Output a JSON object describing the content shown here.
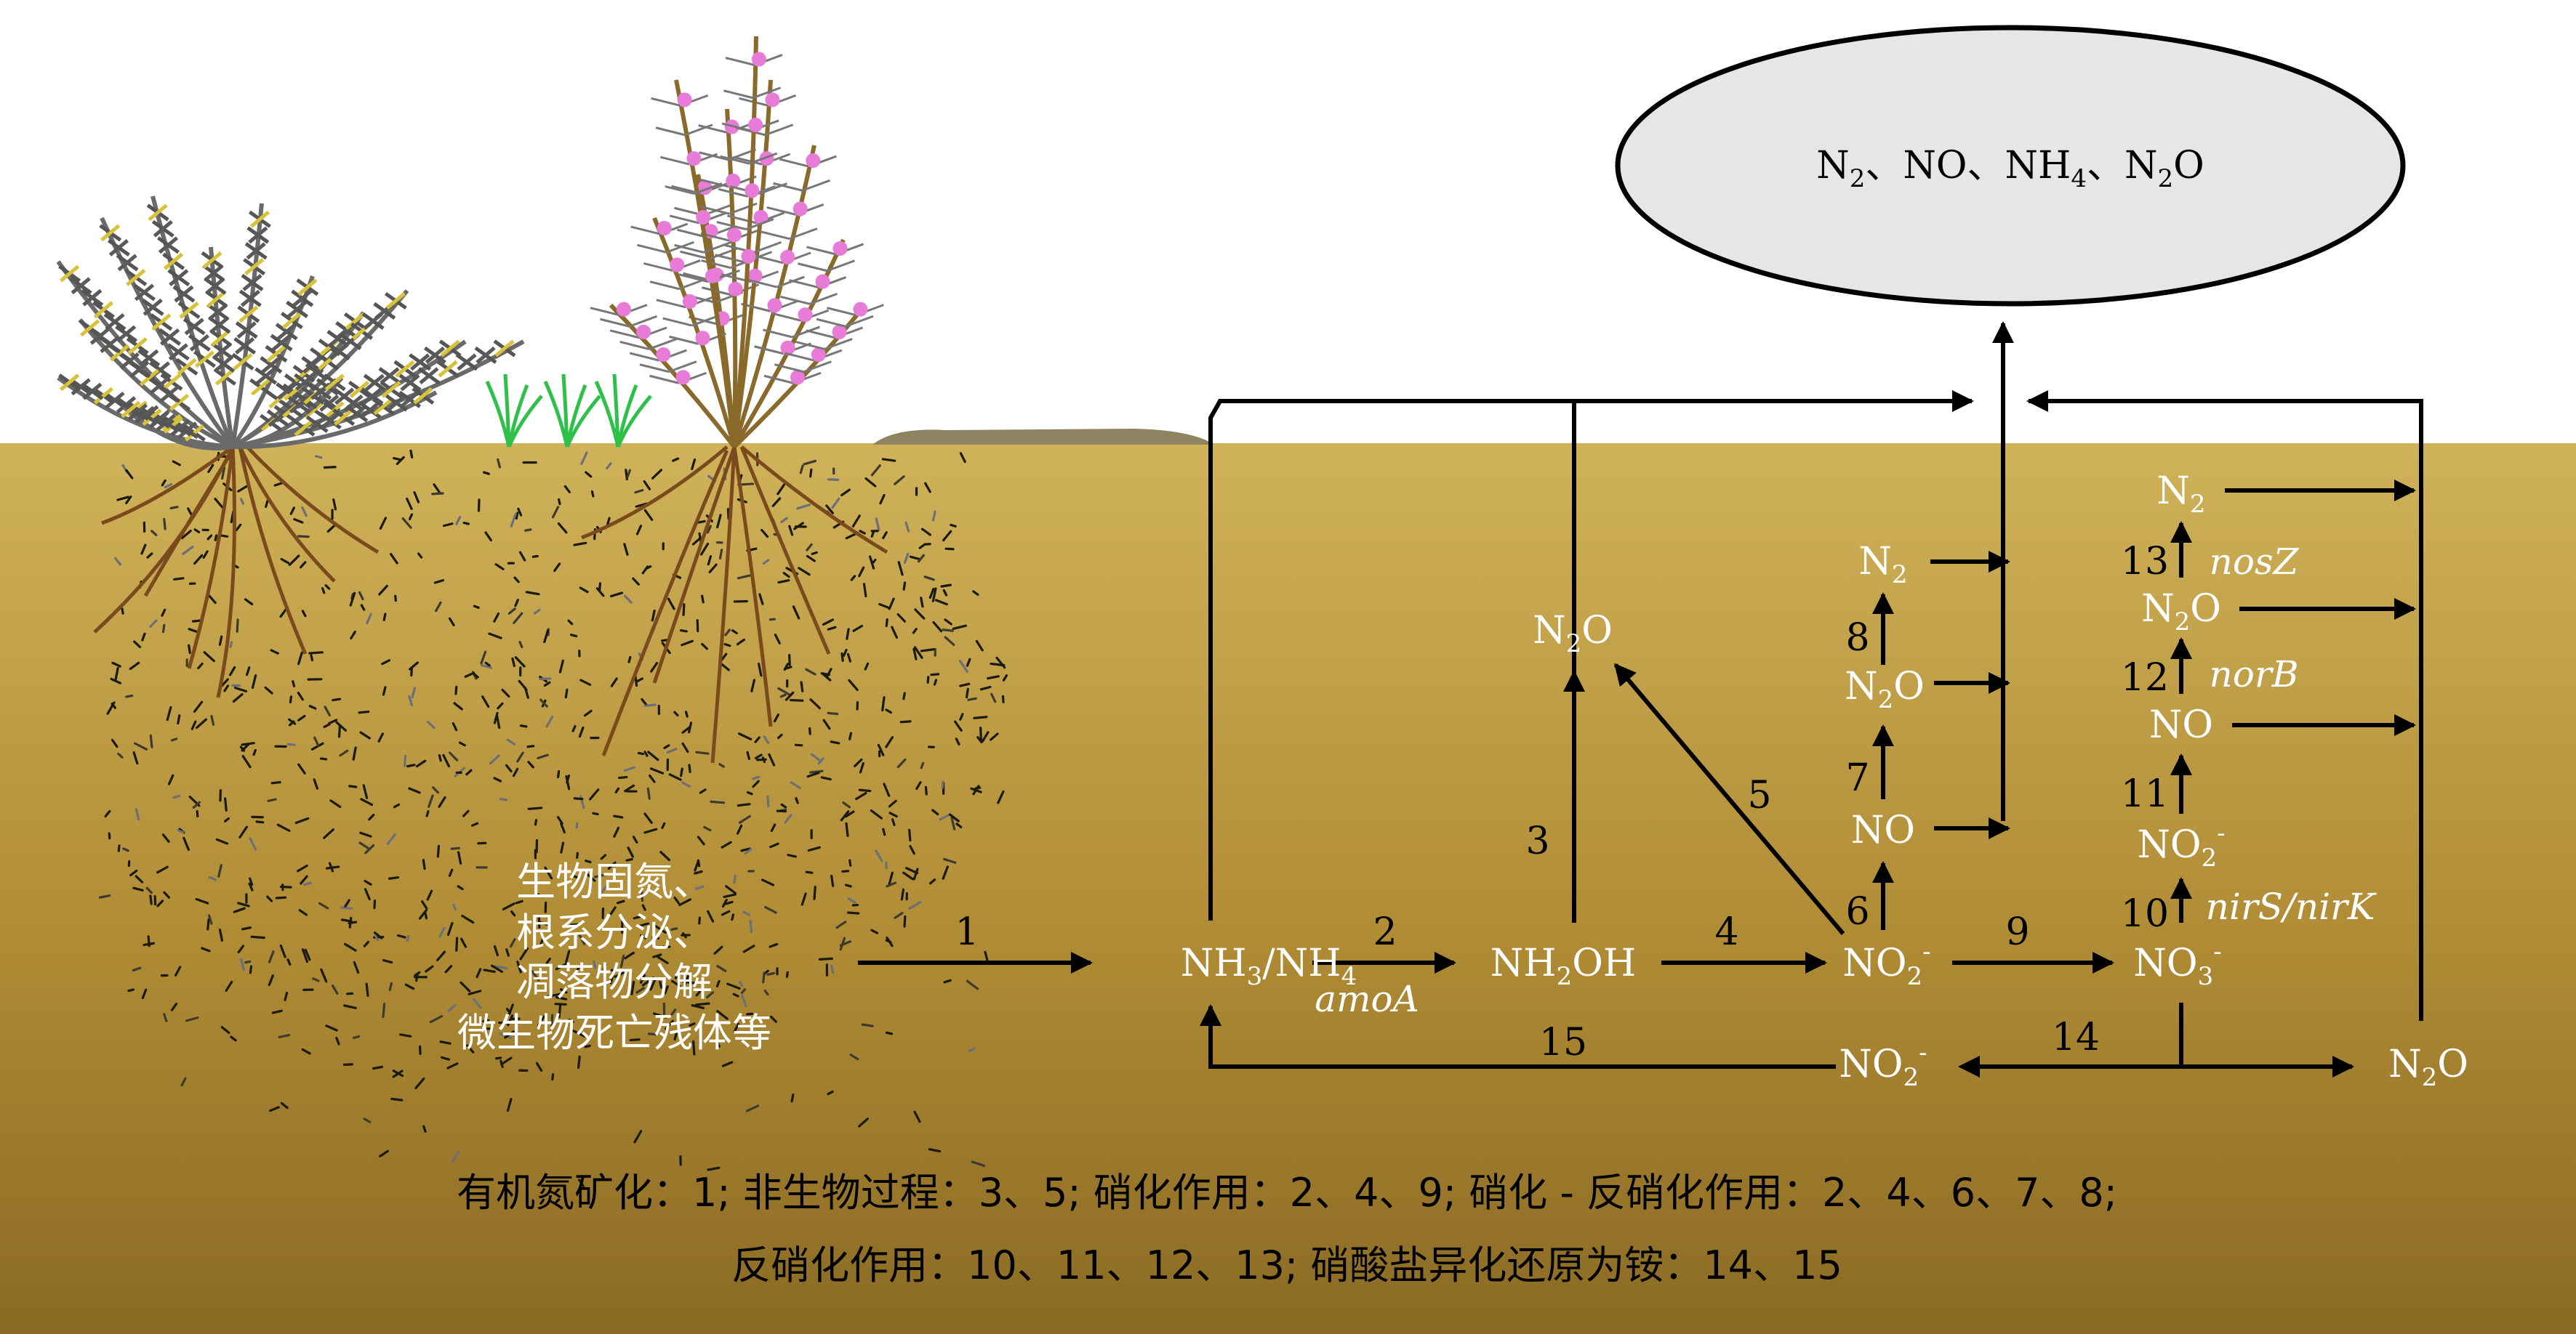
{
  "gas_pool": {
    "items": [
      {
        "base": "N",
        "sub": "2"
      },
      {
        "sep": "、"
      },
      {
        "base": "NO"
      },
      {
        "sep": "、"
      },
      {
        "base": "NH",
        "sub": "4"
      },
      {
        "sep": "、"
      },
      {
        "base": "N",
        "sub": "2",
        "tail": "O"
      }
    ]
  },
  "sources": [
    "生物固氮、",
    "根系分泌、",
    "凋落物分解",
    "微生物死亡残体等"
  ],
  "species": {
    "nh3_nh4": {
      "a": "NH",
      "a_sub": "3",
      "b": "/NH",
      "b_sub": "4"
    },
    "nh2oh": {
      "a": "NH",
      "a_sub": "2",
      "b": "OH"
    },
    "no2_main": {
      "a": "NO",
      "a_sub": "2",
      "sup": "-"
    },
    "no3": {
      "a": "NO",
      "a_sub": "3",
      "sup": "-"
    },
    "no2_lower": {
      "a": "NO",
      "a_sub": "2",
      "sup": "-"
    },
    "n2o_right": {
      "a": "N",
      "a_sub": "2",
      "b": "O"
    },
    "n2o_abiotic": {
      "a": "N",
      "a_sub": "2",
      "b": "O"
    },
    "nd_no": {
      "a": "NO"
    },
    "nd_n2o": {
      "a": "N",
      "a_sub": "2",
      "b": "O"
    },
    "nd_n2": {
      "a": "N",
      "a_sub": "2"
    },
    "dn_no2": {
      "a": "NO",
      "a_sub": "2",
      "sup": "-"
    },
    "dn_no": {
      "a": "NO"
    },
    "dn_n2o": {
      "a": "N",
      "a_sub": "2",
      "b": "O"
    },
    "dn_n2": {
      "a": "N",
      "a_sub": "2"
    }
  },
  "process_numbers": {
    "p1": "1",
    "p2": "2",
    "p3": "3",
    "p4": "4",
    "p5": "5",
    "p6": "6",
    "p7": "7",
    "p8": "8",
    "p9": "9",
    "p10": "10",
    "p11": "11",
    "p12": "12",
    "p13": "13",
    "p14": "14",
    "p15": "15"
  },
  "genes": {
    "amoA": "amoA",
    "nirS_nirK": "nirS/nirK",
    "norB": "norB",
    "nosZ": "nosZ"
  },
  "caption": {
    "line1": "有机氮矿化：1; 非生物过程：3、5; 硝化作用：2、4、9; 硝化 - 反硝化作用：2、4、6、7、8;",
    "line2": "反硝化作用：10、11、12、13; 硝酸盐异化还原为铵：14、15"
  },
  "colors": {
    "soil_top": "#c9ad55",
    "soil_bottom": "#8c6a22",
    "ellipse_fill": "#e6e6e6",
    "root": "#7a4a1c",
    "shrub_dark": "#5a5a5a",
    "shrub_yellow": "#d7c23a",
    "blossom": "#e87ad8",
    "grass": "#2fc04a"
  },
  "icons": [
    "shrub-plant-icon",
    "flowering-plant-icon",
    "grass-icon",
    "root-icon"
  ]
}
